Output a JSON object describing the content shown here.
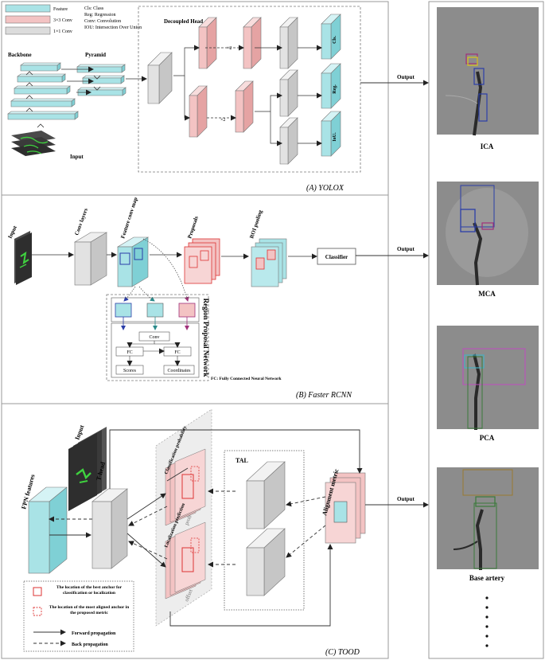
{
  "colors": {
    "feature": "#a9e3e6",
    "conv3": "#f3c3c3",
    "conv1": "#dcdcdc",
    "frame": "#8a8a8a",
    "red": "#d33",
    "blue": "#2b3ea8"
  },
  "legend_top": {
    "feature": "Feature",
    "conv3": "3×3 Conv",
    "conv1": "1×1 Conv",
    "defs": [
      "Cls: Class",
      "Reg: Regression",
      "Conv: Convolution",
      "IOU: Intersection Over Union"
    ]
  },
  "yolox": {
    "backbone": "Backbone",
    "pyramid": "Pyramid",
    "input": "Input",
    "decoupled_head": "Decoupled Head",
    "x2_a": "×2",
    "x2_b": "×2",
    "cls": "Cls.",
    "reg": "Reg.",
    "iou": "IoU.",
    "output": "Output",
    "caption": "(A) YOLOX"
  },
  "faster": {
    "input": "Input",
    "conv_layers": "Conv layers",
    "feature_map": "Feature conv map",
    "proposals": "Proposals",
    "roi": "ROI pooling",
    "classifier": "Classifier",
    "output": "Output",
    "rpn": "Region Proposal Network",
    "conv": "Conv",
    "fc1": "FC",
    "fc2": "FC",
    "scores": "Scores",
    "coords": "Coordinates",
    "fc_note": "FC: Fully Connected Neural Network",
    "caption": "(B) Faster RCNN"
  },
  "tood": {
    "input": "Input",
    "fpn": "FPN features",
    "thead": "T-head",
    "cls_prob": "Classification probability",
    "loc_pred": "Localization prediction",
    "prob": "prob",
    "offset": "offset",
    "tal": "TAL",
    "alignment": "Alignment metric",
    "output": "Output",
    "legend_best": "The location of the best anchor for classification or localization",
    "legend_aligned": "The location of the most aligned anchor in the proposed metric",
    "legend_forward": "Forward propagation",
    "legend_back": "Back propagation",
    "caption": "(C) TOOD"
  },
  "results": [
    {
      "label": "ICA"
    },
    {
      "label": "MCA"
    },
    {
      "label": "PCA"
    },
    {
      "label": "Base artery"
    }
  ]
}
